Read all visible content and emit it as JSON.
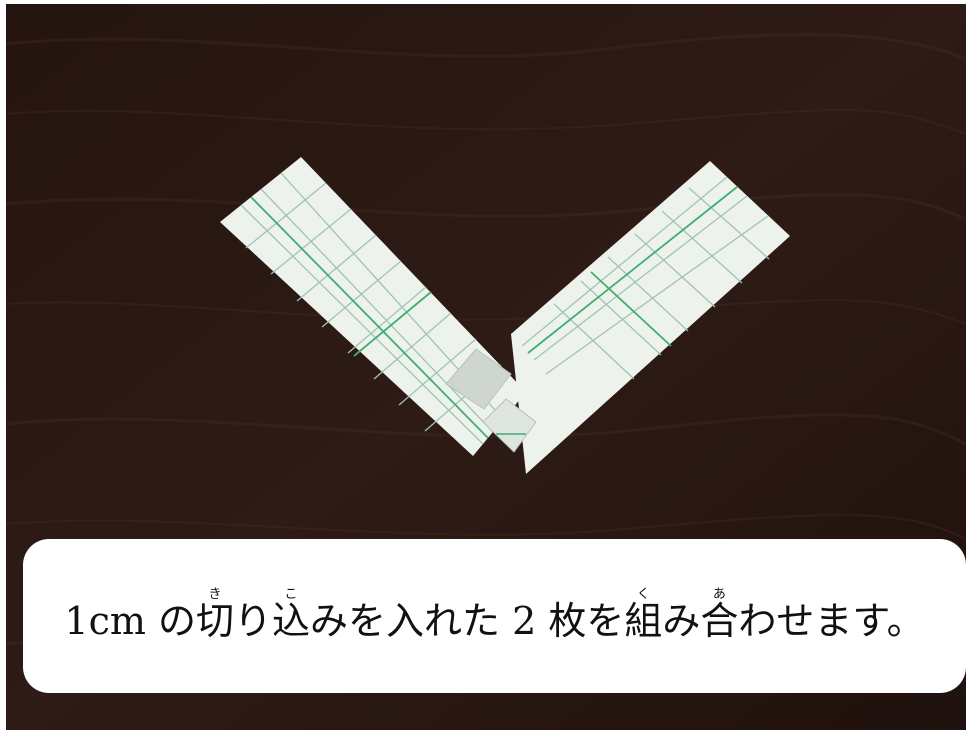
{
  "caption": {
    "lead": "1cm の",
    "kanji_1": "切",
    "ruby_1": "き",
    "mid_1": "り",
    "kanji_2": "込",
    "ruby_2": "こ",
    "mid_2": "みを入れた 2 枚を",
    "kanji_3": "組",
    "ruby_3": "く",
    "mid_3": "み",
    "kanji_4": "合",
    "ruby_4": "あ",
    "tail": "わせます。"
  },
  "colors": {
    "table": "#2a1a14",
    "paper": "#eef2ec",
    "grid_line": "#9fc3b6",
    "grid_accent": "#3fae73"
  }
}
